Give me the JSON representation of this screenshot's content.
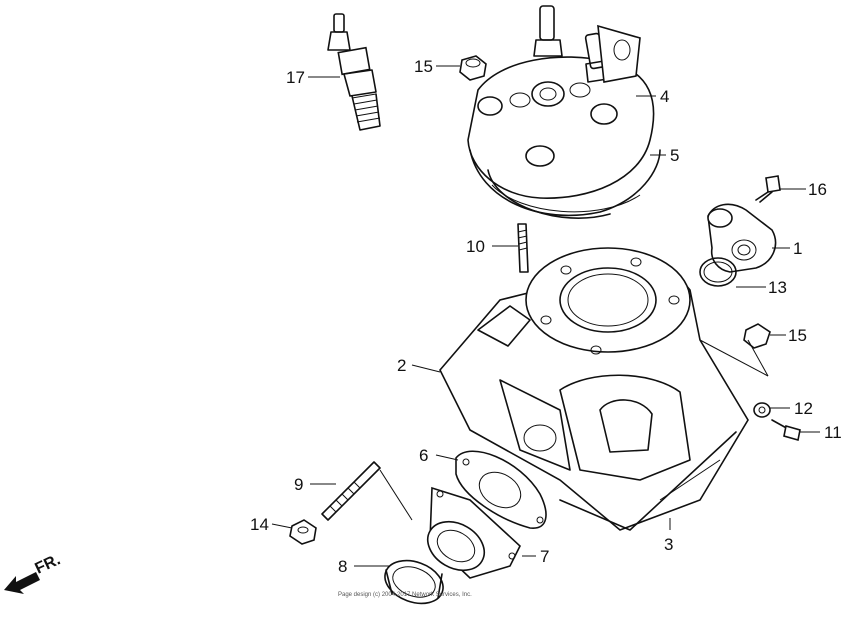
{
  "callouts": {
    "c1": "1",
    "c2": "2",
    "c3": "3",
    "c4": "4",
    "c5": "5",
    "c6": "6",
    "c7": "7",
    "c8": "8",
    "c9": "9",
    "c10": "10",
    "c11": "11",
    "c12": "12",
    "c13": "13",
    "c14": "14",
    "c15a": "15",
    "c15b": "15",
    "c16": "16",
    "c17": "17"
  },
  "direction_label": "FR.",
  "copyright": "Page design (c) 2004-2017 Network Services, Inc."
}
